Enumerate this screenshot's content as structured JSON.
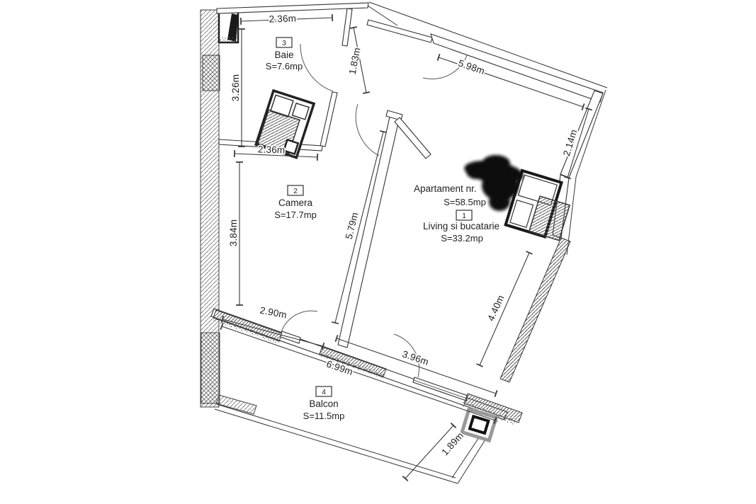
{
  "plan": {
    "apartment": {
      "title_prefix": "Apartament nr.",
      "area": "S=58.5mp"
    },
    "rooms": {
      "living": {
        "number": "1",
        "name": "Living si bucatarie",
        "area": "S=33.2mp"
      },
      "camera": {
        "number": "2",
        "name": "Camera",
        "area": "S=17.7mp"
      },
      "baie": {
        "number": "3",
        "name": "Baie",
        "area": "S=7.6mp"
      },
      "balcon": {
        "number": "4",
        "name": "Balcon",
        "area": "S=11.5mp"
      }
    },
    "dimensions": {
      "baie_top": "2.36m",
      "baie_left": "3.26m",
      "hall_entry": "1.83m",
      "living_top": "5.98m",
      "living_right_upper": "2.14m",
      "camera_top": "2.36m",
      "camera_left": "3.84m",
      "camera_living_wall": "5.79m",
      "living_right_lower": "4.40m",
      "camera_bottom": "2.90m",
      "living_bottom": "3.96m",
      "balcon_top": "6.99m",
      "balcon_right": "1.89m"
    },
    "colors": {
      "background": "#ffffff",
      "wall_line": "#333333",
      "hatch": "#777777",
      "text": "#1f1f1f",
      "redaction": "#111111"
    }
  }
}
